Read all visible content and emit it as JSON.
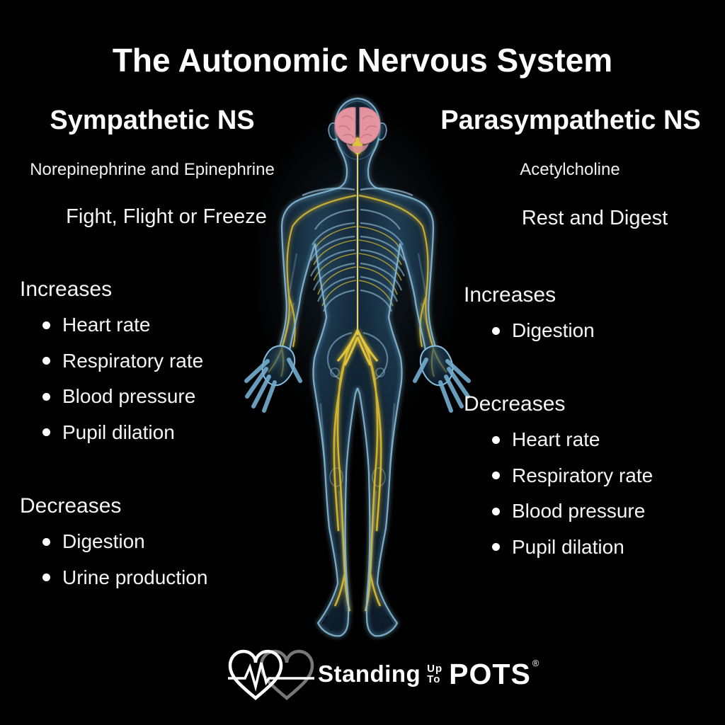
{
  "title": "The Autonomic Nervous System",
  "sympathetic": {
    "heading": "Sympathetic NS",
    "neurotransmitters": "Norepinephrine and Epinephrine",
    "slogan": "Fight, Flight or Freeze",
    "increases_label": "Increases",
    "increases": [
      "Heart rate",
      "Respiratory rate",
      "Blood pressure",
      "Pupil dilation"
    ],
    "decreases_label": "Decreases",
    "decreases": [
      "Digestion",
      "Urine production"
    ]
  },
  "parasympathetic": {
    "heading": "Parasympathetic NS",
    "neurotransmitter": "Acetylcholine",
    "slogan": "Rest and Digest",
    "increases_label": "Increases",
    "increases": [
      "Digestion"
    ],
    "decreases_label": "Decreases",
    "decreases": [
      "Heart rate",
      "Respiratory rate",
      "Blood pressure",
      "Pupil dilation"
    ]
  },
  "logo": {
    "word_standing": "Standing",
    "word_up": "Up",
    "word_to": "To",
    "word_pots": "POTS",
    "registered": "®"
  },
  "icons": {
    "logo_front": "heart-ekg-icon",
    "logo_back": "heart-outline-icon",
    "center": "human-body-nervous-system-illustration"
  },
  "colors": {
    "background": "#000000",
    "text": "#ffffff",
    "nerve_yellow": "#ddbb33",
    "body_blue": "#7fb8d9",
    "brain_pink": "#ef9aa4",
    "logo_gray": "#787878"
  }
}
